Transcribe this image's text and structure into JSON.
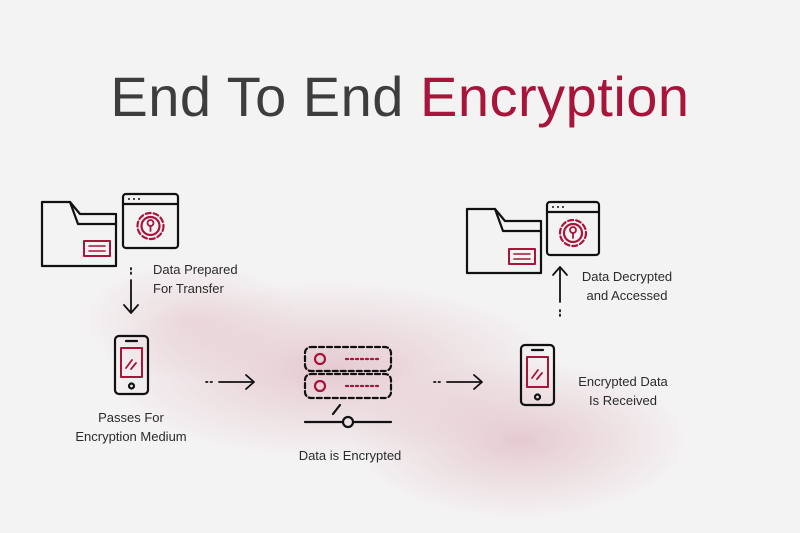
{
  "title": {
    "part1": "End To End ",
    "part2": "Encryption"
  },
  "steps": {
    "prepared": {
      "line1": "Data Prepared",
      "line2": "For Transfer"
    },
    "passes": {
      "line1": "Passes For",
      "line2": "Encryption Medium"
    },
    "encrypted": {
      "line1": "Data is Encrypted"
    },
    "received": {
      "line1": "Encrypted Data",
      "line2": "Is Received"
    },
    "decrypted": {
      "line1": "Data Decrypted",
      "line2": "and Accessed"
    }
  },
  "colors": {
    "accent": "#a8153b",
    "ink": "#111111",
    "title": "#3d3d3d",
    "background": "#f4f3f3"
  }
}
